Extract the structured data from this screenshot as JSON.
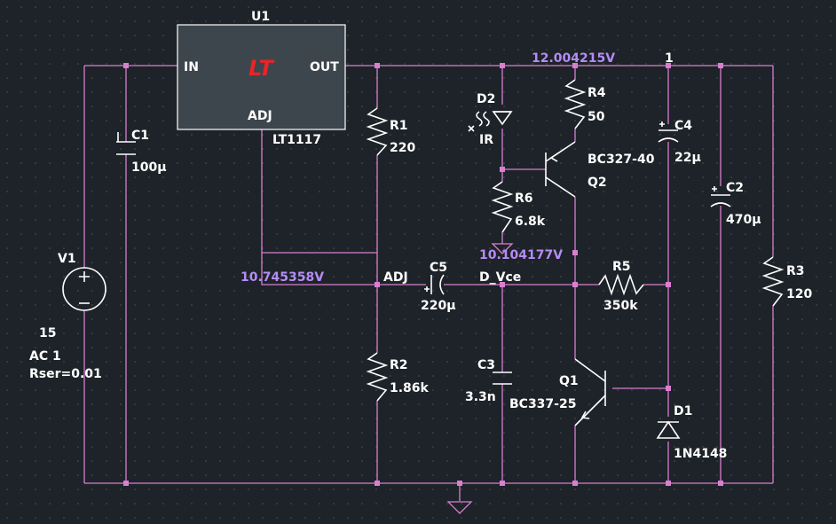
{
  "schematic": {
    "u1": {
      "ref": "U1",
      "part": "LT1117",
      "pin_in": "IN",
      "pin_out": "OUT",
      "pin_adj": "ADJ",
      "logo": "LT"
    },
    "v1": {
      "ref": "V1",
      "value": "15",
      "ac": "AC 1",
      "rser": "Rser=0.01"
    },
    "c1": {
      "ref": "C1",
      "value": "100µ"
    },
    "c2": {
      "ref": "C2",
      "value": "470µ"
    },
    "c3": {
      "ref": "C3",
      "value": "3.3n"
    },
    "c4": {
      "ref": "C4",
      "value": "22µ"
    },
    "c5": {
      "ref": "C5",
      "value": "220µ"
    },
    "r1": {
      "ref": "R1",
      "value": "220"
    },
    "r2": {
      "ref": "R2",
      "value": "1.86k"
    },
    "r3": {
      "ref": "R3",
      "value": "120"
    },
    "r4": {
      "ref": "R4",
      "value": "50"
    },
    "r5": {
      "ref": "R5",
      "value": "350k"
    },
    "r6": {
      "ref": "R6",
      "value": "6.8k"
    },
    "d1": {
      "ref": "D1",
      "value": "1N4148"
    },
    "d2": {
      "ref": "D2",
      "value": "IR"
    },
    "q1": {
      "ref": "Q1",
      "value": "BC337-25"
    },
    "q2": {
      "ref": "Q2",
      "value": "BC327-40"
    },
    "nets": {
      "adj": "ADJ",
      "d_vce": "D_Vce",
      "net1": "1"
    },
    "voltages": {
      "out": "12.004215V",
      "adj": "10.745358V",
      "d_vce": "10.104177V"
    },
    "colors": {
      "background": "#1d2328",
      "wire": "#d87fd0",
      "component": "#ffffff",
      "voltage_label": "#b58cf5",
      "logo": "#e8242a"
    }
  }
}
